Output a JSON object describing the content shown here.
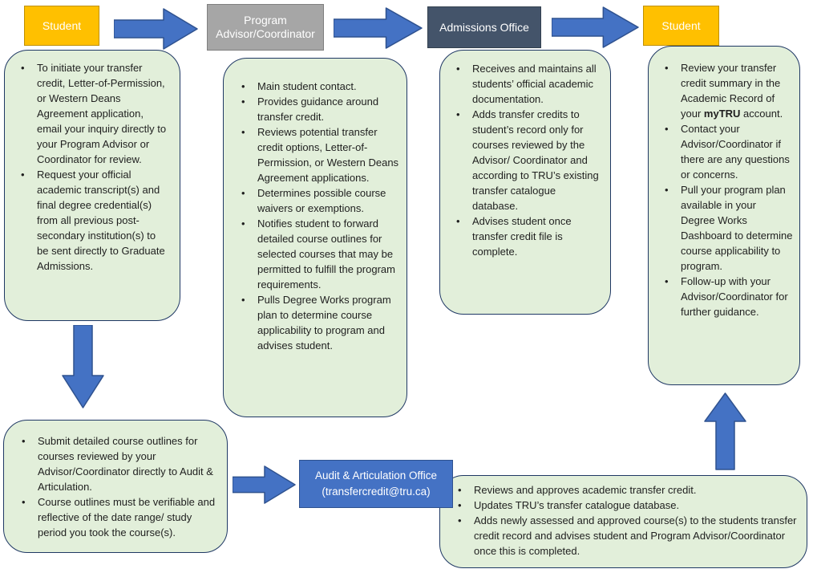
{
  "colors": {
    "student_header_bg": "#FFC000",
    "advisor_header_bg": "#A6A6A6",
    "admissions_header_bg": "#44546A",
    "audit_box_bg": "#4472C4",
    "arrow_fill": "#4472C4",
    "arrow_stroke": "#2F528F",
    "process_box_bg": "#E2EFDA",
    "process_box_border": "#1F3864",
    "header_text": "#FFFFFF",
    "body_text": "#1F1F1F"
  },
  "flow": {
    "top_row": [
      {
        "header": "Student",
        "bullets": [
          "To initiate your transfer credit, Letter-of-Permission, or Western Deans Agreement application, email your inquiry directly to your Program Advisor or Coordinator for review.",
          "Request your official academic transcript(s) and final degree credential(s) from all previous post-secondary institution(s) to be sent directly to Graduate Admissions."
        ]
      },
      {
        "header": "Program Advisor/Coordinator",
        "bullets": [
          "Main student contact.",
          "Provides guidance around transfer credit.",
          "Reviews potential transfer credit options, Letter-of-Permission, or Western Deans Agreement applications.",
          "Determines possible course waivers or exemptions.",
          "Notifies student to forward detailed course outlines for selected courses that may be permitted to fulfill the program requirements.",
          "Pulls Degree Works program plan to determine course applicability to program and advises student."
        ]
      },
      {
        "header": "Admissions Office",
        "bullets": [
          "Receives and maintains all students’ official academic documentation.",
          "Adds transfer credits to student’s record only for courses reviewed by the Advisor/ Coordinator and according to TRU’s existing transfer catalogue database.",
          "Advises student once transfer credit file is complete."
        ]
      },
      {
        "header": "Student",
        "bullets": [
          "Review your transfer credit summary in the Academic Record of your **myTRU** account.",
          "Contact your Advisor/Coordinator if there are any questions or concerns.",
          "Pull your program plan available in your Degree Works Dashboard to determine course applicability to program.",
          "Follow-up with your Advisor/Coordinator for further guidance."
        ]
      }
    ],
    "bottom_row": {
      "submit_box": {
        "bullets": [
          "Submit detailed course outlines for courses reviewed by your Advisor/Coordinator directly to Audit & Articulation.",
          "Course outlines must be verifiable and reflective of the date range/ study period you took the course(s)."
        ]
      },
      "audit_office": {
        "label": "Audit & Articulation Office",
        "email": "(transfercredit@tru.ca)"
      },
      "review_box": {
        "bullets": [
          "Reviews and approves academic transfer credit.",
          "Updates TRU’s transfer catalogue database.",
          "Adds newly assessed and approved course(s) to the students transfer credit record and advises student and Program Advisor/Coordinator once this is completed."
        ]
      }
    }
  }
}
